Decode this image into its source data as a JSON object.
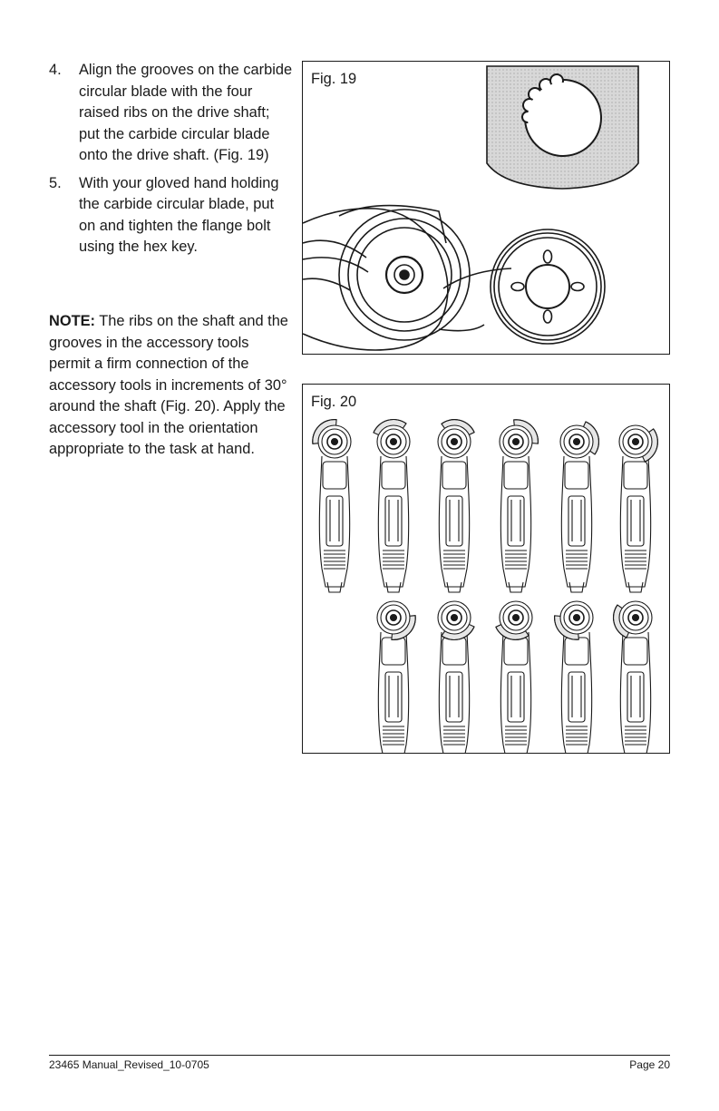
{
  "steps": [
    {
      "number": "4.",
      "text": "Align the grooves on the carbide circular blade with the four raised ribs on the drive shaft; put the carbide circular blade onto the drive shaft. (Fig. 19)"
    },
    {
      "number": "5.",
      "text": "With your gloved hand holding the carbide circular blade, put on and tighten the flange bolt using the hex key."
    }
  ],
  "note": {
    "label": "NOTE:",
    "text": "The ribs on the shaft and the grooves in the accessory tools permit a firm connection of the accessory tools in increments of 30° around the shaft (Fig. 20). Apply the accessory tool in the orientation appropriate to the task at hand."
  },
  "figures": {
    "fig19": {
      "label": "Fig. 19"
    },
    "fig20": {
      "label": "Fig. 20",
      "tool_rotations_deg": [
        -30,
        0,
        30,
        60,
        90,
        120,
        150,
        180,
        210,
        240,
        270
      ]
    }
  },
  "footer": {
    "document": "23465 Manual_Revised_10-0705",
    "page": "Page 20"
  }
}
